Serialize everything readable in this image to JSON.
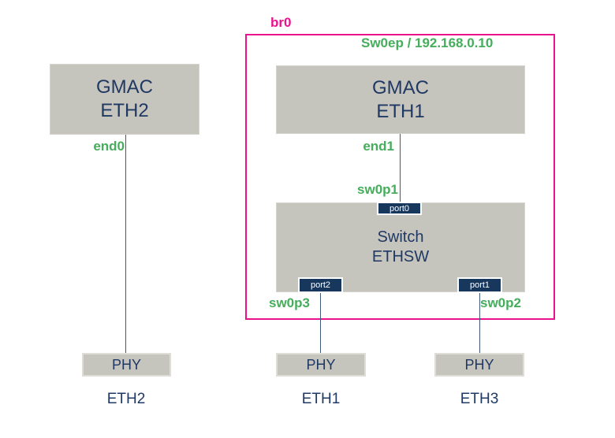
{
  "colors": {
    "box_fill": "#C6C5BD",
    "box_border": "#D5D4CD",
    "phy_border": "#DEDDD8",
    "navy": "#1F3864",
    "port_fill": "#17375D",
    "green": "#45AD5B",
    "pink": "#EC128D",
    "line": "#41597A"
  },
  "bridge": {
    "label": "br0",
    "ip_label": "Sw0ep / 192.168.0.10"
  },
  "blocks": {
    "gmac_eth2": {
      "line1": "GMAC",
      "line2": "ETH2"
    },
    "gmac_eth1": {
      "line1": "GMAC",
      "line2": "ETH1"
    },
    "switch": {
      "line1": "Switch",
      "line2": "ETHSW"
    },
    "phy_left": "PHY",
    "phy_mid": "PHY",
    "phy_right": "PHY"
  },
  "ports": {
    "port0": "port0",
    "port1": "port1",
    "port2": "port2"
  },
  "netdevs": {
    "end0": "end0",
    "end1": "end1",
    "sw0p1": "sw0p1",
    "sw0p2": "sw0p2",
    "sw0p3": "sw0p3"
  },
  "external": {
    "eth2": "ETH2",
    "eth1": "ETH1",
    "eth3": "ETH3"
  }
}
